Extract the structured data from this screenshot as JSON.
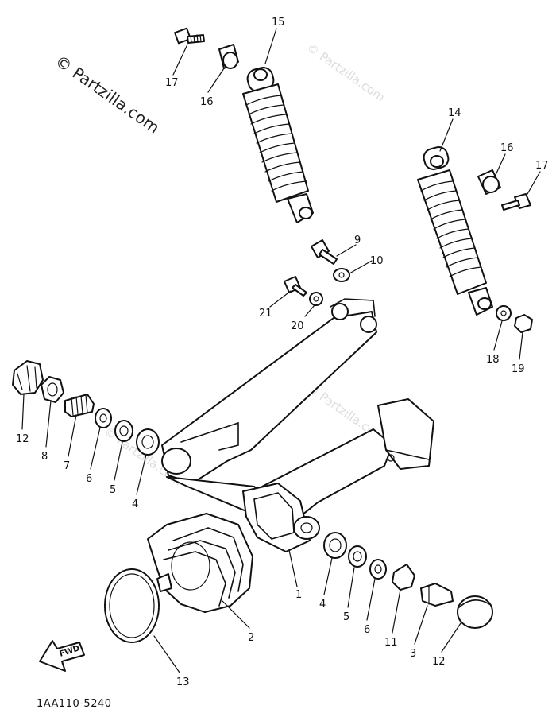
{
  "watermark": {
    "main": "© Partzilla.com",
    "faint": "© Partzilla.com"
  },
  "diagram_code": "1AA110-5240",
  "fwd_label": "FWD",
  "callouts": {
    "c15": "15",
    "c17a": "17",
    "c16a": "16",
    "c14": "14",
    "c16b": "16",
    "c17b": "17",
    "c9": "9",
    "c10": "10",
    "c21": "21",
    "c20": "20",
    "c18": "18",
    "c19": "19",
    "c12a": "12",
    "c8": "8",
    "c7": "7",
    "c6a": "6",
    "c5a": "5",
    "c4a": "4",
    "c1": "1",
    "c2": "2",
    "c13": "13",
    "c4b": "4",
    "c5b": "5",
    "c6b": "6",
    "c11": "11",
    "c3": "3",
    "c12b": "12"
  }
}
